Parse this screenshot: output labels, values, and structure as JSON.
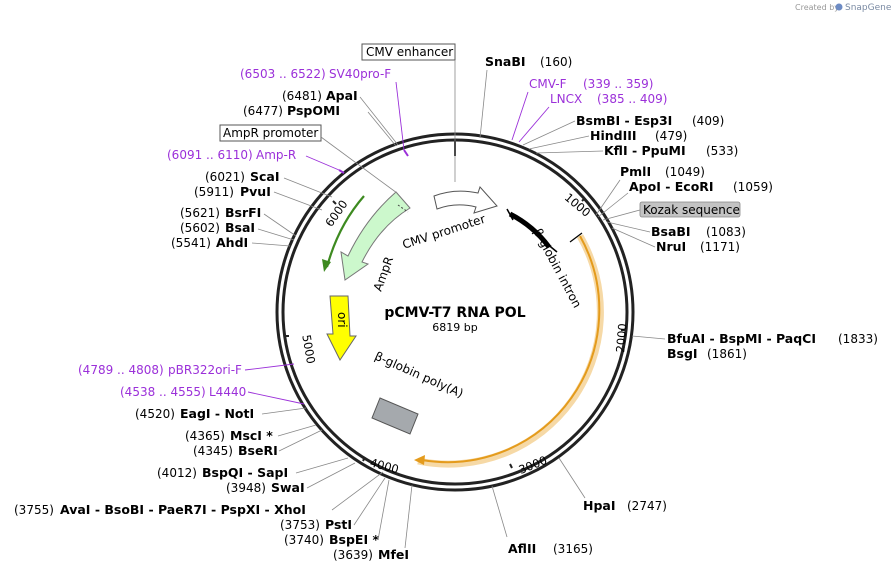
{
  "credit": {
    "text": "Created by",
    "brand": "SnapGene"
  },
  "plasmid": {
    "name": "pCMV-T7 RNA POL",
    "size": "6819 bp"
  },
  "ticks": [
    "1000",
    "2000",
    "3000",
    "4000",
    "5000",
    "6000"
  ],
  "boxed_labels": {
    "cmv_enhancer": "CMV enhancer",
    "ampr_promoter": "AmpR promoter",
    "kozak": "Kozak sequence"
  },
  "features": {
    "cmv_promoter": "CMV promoter",
    "bglobin_intron": "β-globin intron",
    "ampr": "AmpR",
    "ori": "ori",
    "bglobin_polya": "β-globin poly(A)"
  },
  "primers": [
    {
      "range": "(6503 .. 6522)",
      "name": "SV40pro-F"
    },
    {
      "range": "(6091 .. 6110)",
      "name": "Amp-R"
    },
    {
      "name": "CMV-F",
      "range": "(339 .. 359)"
    },
    {
      "name": "LNCX",
      "range": "(385 .. 409)"
    },
    {
      "range": "(4789 .. 4808)",
      "name": "pBR322ori-F"
    },
    {
      "range": "(4538 .. 4555)",
      "name": "L4440"
    }
  ],
  "sites_left": [
    {
      "pos": "(6481)",
      "name": "ApaI"
    },
    {
      "pos": "(6477)",
      "name": "PspOMI"
    },
    {
      "pos": "(6021)",
      "name": "ScaI"
    },
    {
      "pos": "(5911)",
      "name": "PvuI"
    },
    {
      "pos": "(5621)",
      "name": "BsrFI"
    },
    {
      "pos": "(5602)",
      "name": "BsaI"
    },
    {
      "pos": "(5541)",
      "name": "AhdI"
    },
    {
      "pos": "(4520)",
      "name": "EagI - NotI"
    },
    {
      "pos": "(4365)",
      "name": "MscI *"
    },
    {
      "pos": "(4345)",
      "name": "BseRI"
    },
    {
      "pos": "(4012)",
      "name": "BspQI - SapI"
    },
    {
      "pos": "(3948)",
      "name": "SwaI"
    },
    {
      "pos": "(3755)",
      "name": "AvaI - BsoBI - PaeR7I - PspXI - XhoI"
    },
    {
      "pos": "(3753)",
      "name": "PstI"
    },
    {
      "pos": "(3740)",
      "name": "BspEI *"
    },
    {
      "pos": "(3639)",
      "name": "MfeI"
    }
  ],
  "sites_right": [
    {
      "name": "SnaBI",
      "pos": "(160)"
    },
    {
      "name": "BsmBI - Esp3I",
      "pos": "(409)"
    },
    {
      "name": "HindIII",
      "pos": "(479)"
    },
    {
      "name": "KflI - PpuMI",
      "pos": "(533)"
    },
    {
      "name": "PmlI",
      "pos": "(1049)"
    },
    {
      "name": "ApoI - EcoRI",
      "pos": "(1059)"
    },
    {
      "name": "BsaBI",
      "pos": "(1083)"
    },
    {
      "name": "NruI",
      "pos": "(1171)"
    },
    {
      "name": "BfuAI - BspMI - PaqCI",
      "pos": "(1833)"
    },
    {
      "name": "BsgI",
      "pos": "(1861)"
    },
    {
      "name": "HpaI",
      "pos": "(2747)"
    },
    {
      "name": "AflII",
      "pos": "(3165)"
    }
  ]
}
